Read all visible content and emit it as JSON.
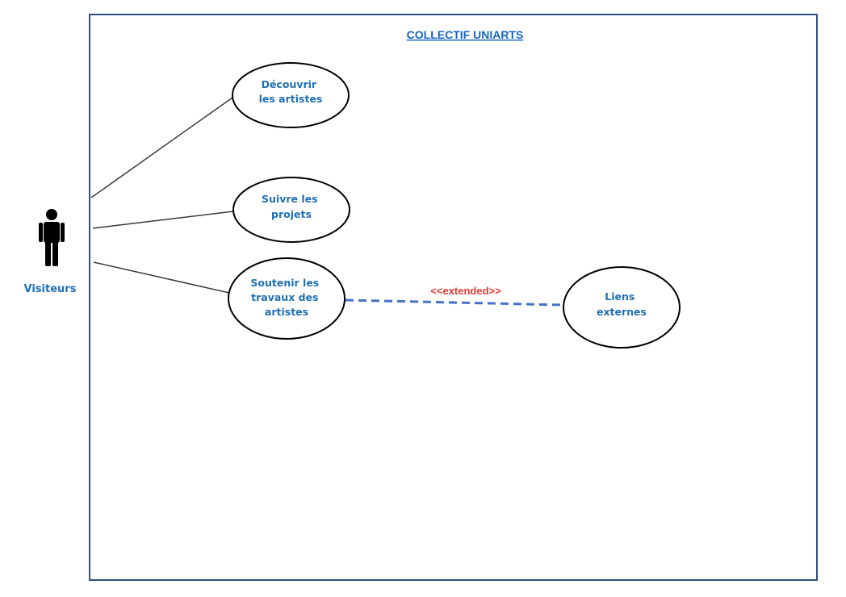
{
  "diagram": {
    "title": "COLLECTIF UNIARTS",
    "actor": {
      "name": "Visiteurs",
      "icon": "person-icon"
    },
    "use_cases": [
      {
        "id": "uc1",
        "lines": [
          "Découvrir",
          "les artistes"
        ]
      },
      {
        "id": "uc2",
        "lines": [
          "Suivre les",
          "projets"
        ]
      },
      {
        "id": "uc3",
        "lines": [
          "Soutenir les",
          "travaux des",
          "artistes"
        ]
      },
      {
        "id": "uc4",
        "lines": [
          "Liens",
          "externes"
        ]
      }
    ],
    "relationship": {
      "from": "uc3",
      "to": "uc4",
      "label": "<<extended>>"
    },
    "colors": {
      "text_blue": "#1f6fb5",
      "title_blue": "#1565c0",
      "stereotype_red": "#e53935",
      "border": "#2f4f7f",
      "dashed_line": "#4472c4",
      "outline": "#000000"
    }
  }
}
